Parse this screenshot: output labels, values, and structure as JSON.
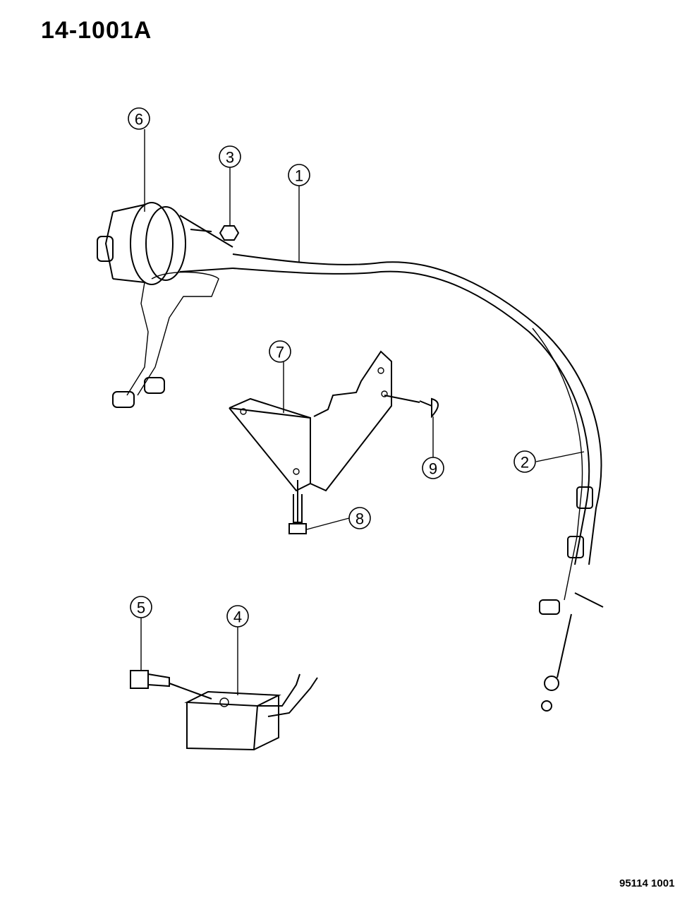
{
  "diagram_title": "14-1001A",
  "figure_code": "95114  1001",
  "callouts": [
    "1",
    "2",
    "3",
    "4",
    "5",
    "6",
    "7",
    "8",
    "9"
  ]
}
